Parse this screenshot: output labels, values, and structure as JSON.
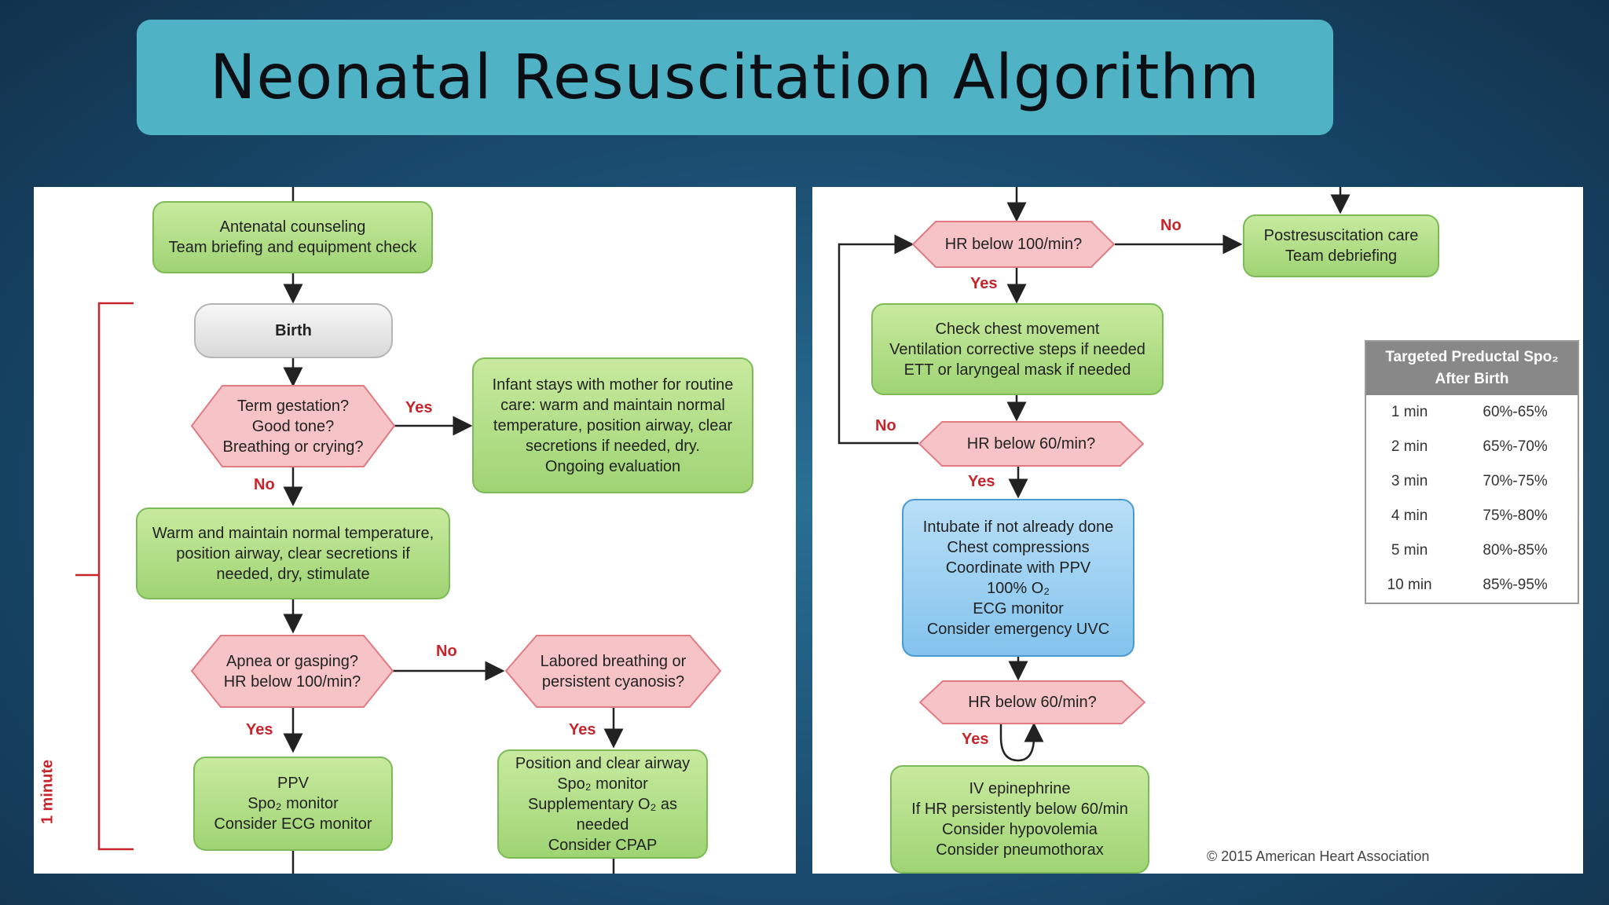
{
  "title": "Neonatal Resuscitation Algorithm",
  "left": {
    "antenatal": [
      "Antenatal counseling",
      "Team briefing and equipment check"
    ],
    "birth": "Birth",
    "term": [
      "Term gestation?",
      "Good tone?",
      "Breathing or crying?"
    ],
    "infant_stays": [
      "Infant stays with mother for routine",
      "care: warm and maintain normal",
      "temperature, position airway, clear",
      "secretions if needed, dry.",
      "Ongoing evaluation"
    ],
    "warm": [
      "Warm and maintain normal temperature,",
      "position airway, clear secretions if",
      "needed, dry, stimulate"
    ],
    "apnea": [
      "Apnea or gasping?",
      "HR below 100/min?"
    ],
    "labored": [
      "Labored breathing or",
      "persistent cyanosis?"
    ],
    "ppv": [
      "PPV",
      "Spo₂ monitor",
      "Consider ECG monitor"
    ],
    "position": [
      "Position and clear airway",
      "Spo₂ monitor",
      "Supplementary O₂ as needed",
      "Consider CPAP"
    ],
    "one_minute": "1 minute",
    "yes": "Yes",
    "no": "No"
  },
  "right": {
    "hr100": "HR below 100/min?",
    "postresus": [
      "Postresuscitation care",
      "Team debriefing"
    ],
    "check_chest": [
      "Check chest movement",
      "Ventilation corrective steps if needed",
      "ETT or laryngeal mask if needed"
    ],
    "hr60a": "HR below 60/min?",
    "intubate": [
      "Intubate if not already done",
      "Chest compressions",
      "Coordinate with PPV",
      "100% O₂",
      "ECG monitor",
      "Consider emergency UVC"
    ],
    "hr60b": "HR below 60/min?",
    "iv": [
      "IV epinephrine",
      "If HR persistently below 60/min",
      "Consider hypovolemia",
      "Consider pneumothorax"
    ],
    "yes": "Yes",
    "no": "No",
    "table": {
      "header": [
        "Targeted Preductal Spo₂",
        "After Birth"
      ],
      "rows": [
        {
          "time": "1 min",
          "range": "60%-65%"
        },
        {
          "time": "2 min",
          "range": "65%-70%"
        },
        {
          "time": "3 min",
          "range": "70%-75%"
        },
        {
          "time": "4 min",
          "range": "75%-80%"
        },
        {
          "time": "5 min",
          "range": "80%-85%"
        },
        {
          "time": "10 min",
          "range": "85%-95%"
        }
      ]
    },
    "copyright": "© 2015 American Heart Association"
  },
  "colors": {
    "title_bg": "#4fb3c5",
    "green_box": "#b3df88",
    "pink_diamond": "#f6c4c7",
    "blue_box": "#9fd1f2",
    "label_red": "#c8242b"
  }
}
